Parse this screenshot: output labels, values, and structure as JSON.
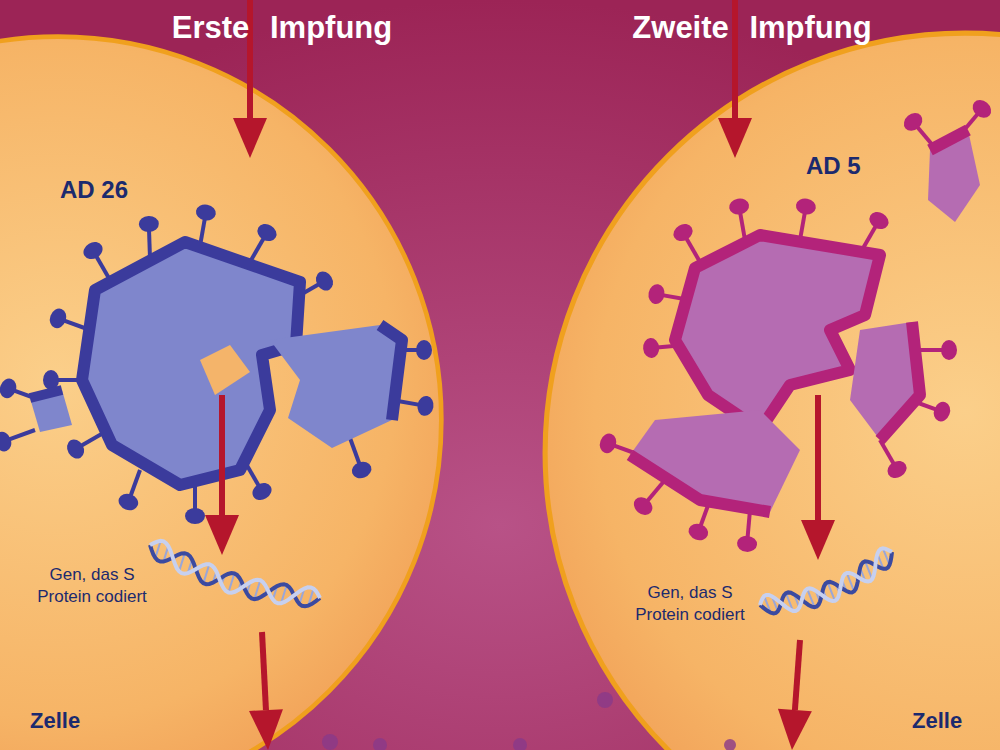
{
  "diagram": {
    "nodes": [
      {
        "text": [
          "Zelle"
        ]
      },
      {
        "text": [
          "Zelle"
        ]
      }
    ],
    "labels": [
      "Erste Impfung",
      "Zweite Impfung",
      "AD 26",
      "AD 5",
      "Gen, das S Protein codiert",
      "Gen, das S Protein codiert"
    ]
  }
}
